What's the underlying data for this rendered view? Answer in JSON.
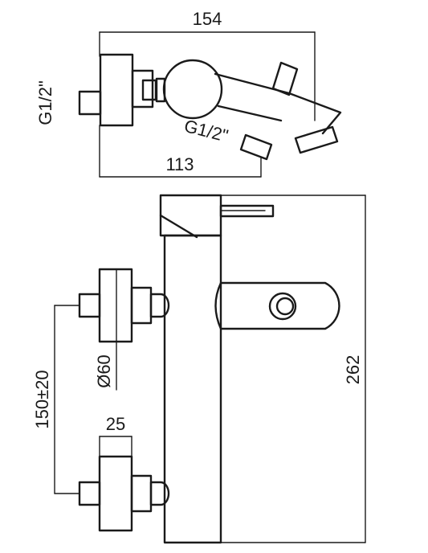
{
  "drawing": {
    "top_view": {
      "overall_width_label": "154",
      "inlet_depth_label": "113",
      "inlet_thread_label": "G1/2\"",
      "outlet_thread_label": "G1/2\""
    },
    "front_view": {
      "height_label": "262",
      "flange_diameter_label": "Ø60",
      "inlet_spacing_label": "150±20",
      "flange_depth_label": "25"
    }
  }
}
